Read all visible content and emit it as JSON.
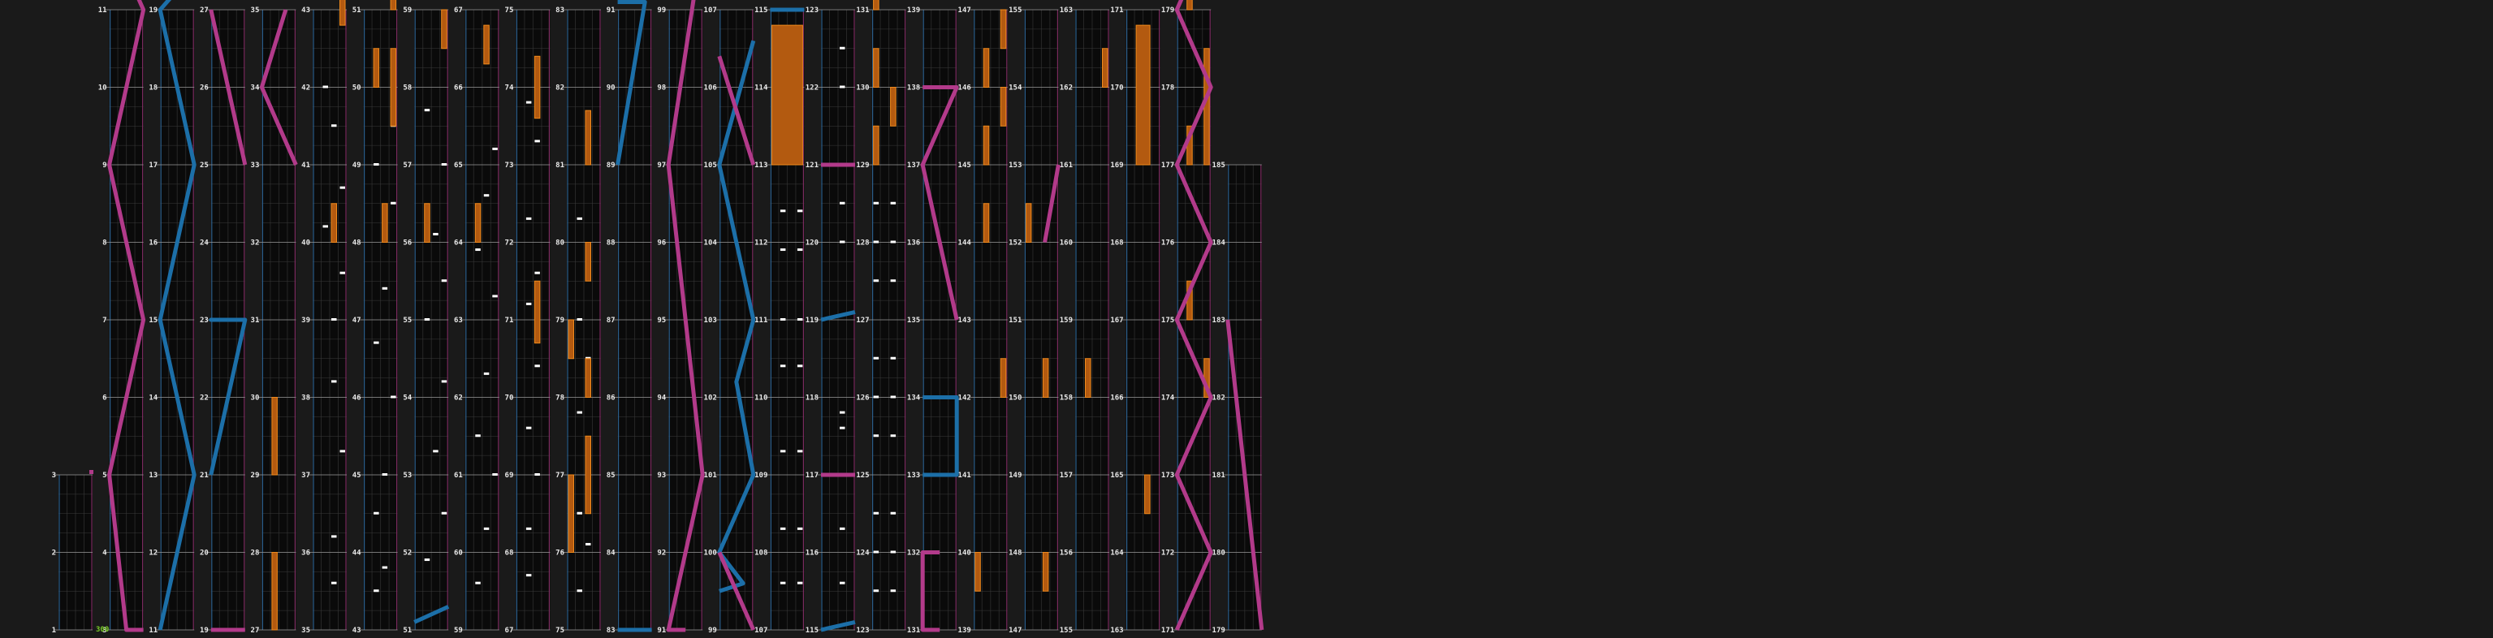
{
  "app": {
    "background": "#1a1a1a"
  },
  "colors": {
    "lane_bg": "#0a0a0a",
    "grid_line": "#3a3a3a",
    "measure_line": "#9a9a9a",
    "left_rail": "#2a5d8a",
    "right_rail": "#7a2a5e",
    "note_white": "#ffffff",
    "note_orange": "#f08a1c",
    "long_note": "#b35a10",
    "slide_blue": "#1c6fa8",
    "slide_pink": "#b23a8a",
    "combo_text": "#7acc28"
  },
  "combo": {
    "total": "300"
  },
  "columns": [
    {
      "measures": [
        1,
        2,
        3
      ]
    },
    {
      "measures": [
        3,
        4,
        5,
        6,
        7,
        8,
        9,
        10,
        11
      ]
    },
    {
      "measures": [
        11,
        12,
        13,
        14,
        15,
        16,
        17,
        18,
        19
      ]
    },
    {
      "measures": [
        19,
        20,
        21,
        22,
        23,
        24,
        25,
        26,
        27
      ]
    },
    {
      "measures": [
        27,
        28,
        29,
        30,
        31,
        32,
        33,
        34,
        35
      ]
    },
    {
      "measures": [
        35,
        36,
        37,
        38,
        39,
        40,
        41,
        42,
        43
      ]
    },
    {
      "measures": [
        43,
        44,
        45,
        46,
        47,
        48,
        49,
        50,
        51
      ]
    },
    {
      "measures": [
        51,
        52,
        53,
        54,
        55,
        56,
        57,
        58,
        59
      ]
    },
    {
      "measures": [
        59,
        60,
        61,
        62,
        63,
        64,
        65,
        66,
        67
      ]
    },
    {
      "measures": [
        67,
        68,
        69,
        70,
        71,
        72,
        73,
        74,
        75
      ]
    },
    {
      "measures": [
        75,
        76,
        77,
        78,
        79,
        80,
        81,
        82,
        83
      ]
    },
    {
      "measures": [
        83,
        84,
        85,
        86,
        87,
        88,
        89,
        90,
        91
      ]
    },
    {
      "measures": [
        91,
        92,
        93,
        94,
        95,
        96,
        97,
        98,
        99
      ]
    },
    {
      "measures": [
        99,
        100,
        101,
        102,
        103,
        104,
        105,
        106,
        107
      ]
    },
    {
      "measures": [
        107,
        108,
        109,
        110,
        111,
        112,
        113,
        114,
        115
      ]
    },
    {
      "measures": [
        115,
        116,
        117,
        118,
        119,
        120,
        121,
        122,
        123
      ]
    },
    {
      "measures": [
        123,
        124,
        125,
        126,
        127,
        128,
        129,
        130,
        131
      ]
    },
    {
      "measures": [
        131,
        132,
        133,
        134,
        135,
        136,
        137,
        138,
        139
      ]
    },
    {
      "measures": [
        139,
        140,
        141,
        142,
        143,
        144,
        145,
        146,
        147
      ]
    },
    {
      "measures": [
        147,
        148,
        149,
        150,
        151,
        152,
        153,
        154,
        155
      ]
    },
    {
      "measures": [
        155,
        156,
        157,
        158,
        159,
        160,
        161,
        162,
        163
      ]
    },
    {
      "measures": [
        163,
        164,
        165,
        166,
        167,
        168,
        169,
        170,
        171
      ]
    },
    {
      "measures": [
        171,
        172,
        173,
        174,
        175,
        176,
        177,
        178,
        179
      ]
    },
    {
      "measures": [
        179,
        180,
        181,
        182,
        183,
        184,
        185
      ]
    }
  ]
}
